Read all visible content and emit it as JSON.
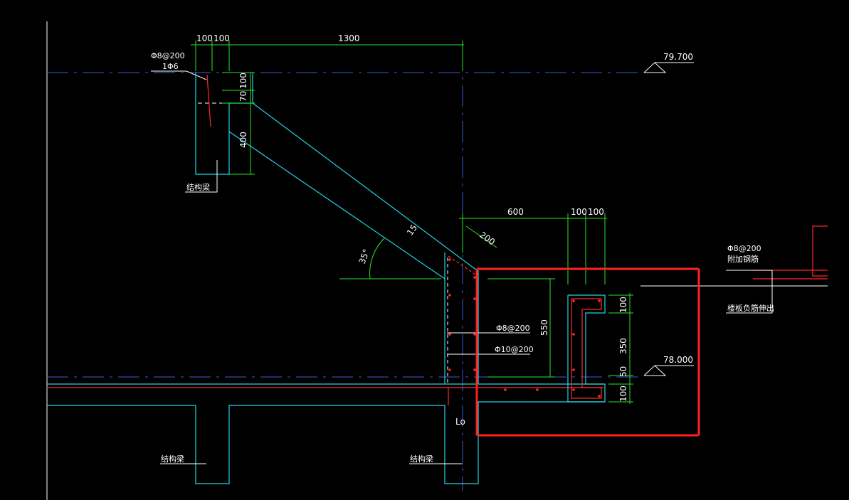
{
  "dimensions": {
    "top_100_a": "100",
    "top_100_b": "100",
    "top_1300": "1300",
    "v_100": "100",
    "v_70": "70",
    "v_400": "400",
    "d_600": "600",
    "d_100_a": "100",
    "d_100_b": "100",
    "d_200": "200",
    "d_15": "15",
    "d_550": "550",
    "r_100_top": "100",
    "r_350": "350",
    "r_50": "50",
    "r_100_bot": "100",
    "angle": "35°"
  },
  "levels": {
    "top": "79.700",
    "bottom": "78.000"
  },
  "labels": {
    "rebar_top_1": "Φ8@200",
    "rebar_top_2": "1Φ6",
    "struct_beam_top": "结构梁",
    "rebar_mid_1": "Φ8@200",
    "rebar_mid_2": "Φ10@200",
    "rebar_right_1": "Φ8@200",
    "rebar_right_2": "附加钢筋",
    "slab_note": "楼板负筋伸出",
    "struct_beam_left": "结构梁",
    "struct_beam_mid": "结构梁",
    "lo_label": "Lo"
  },
  "highlight_color": "#ff2020"
}
